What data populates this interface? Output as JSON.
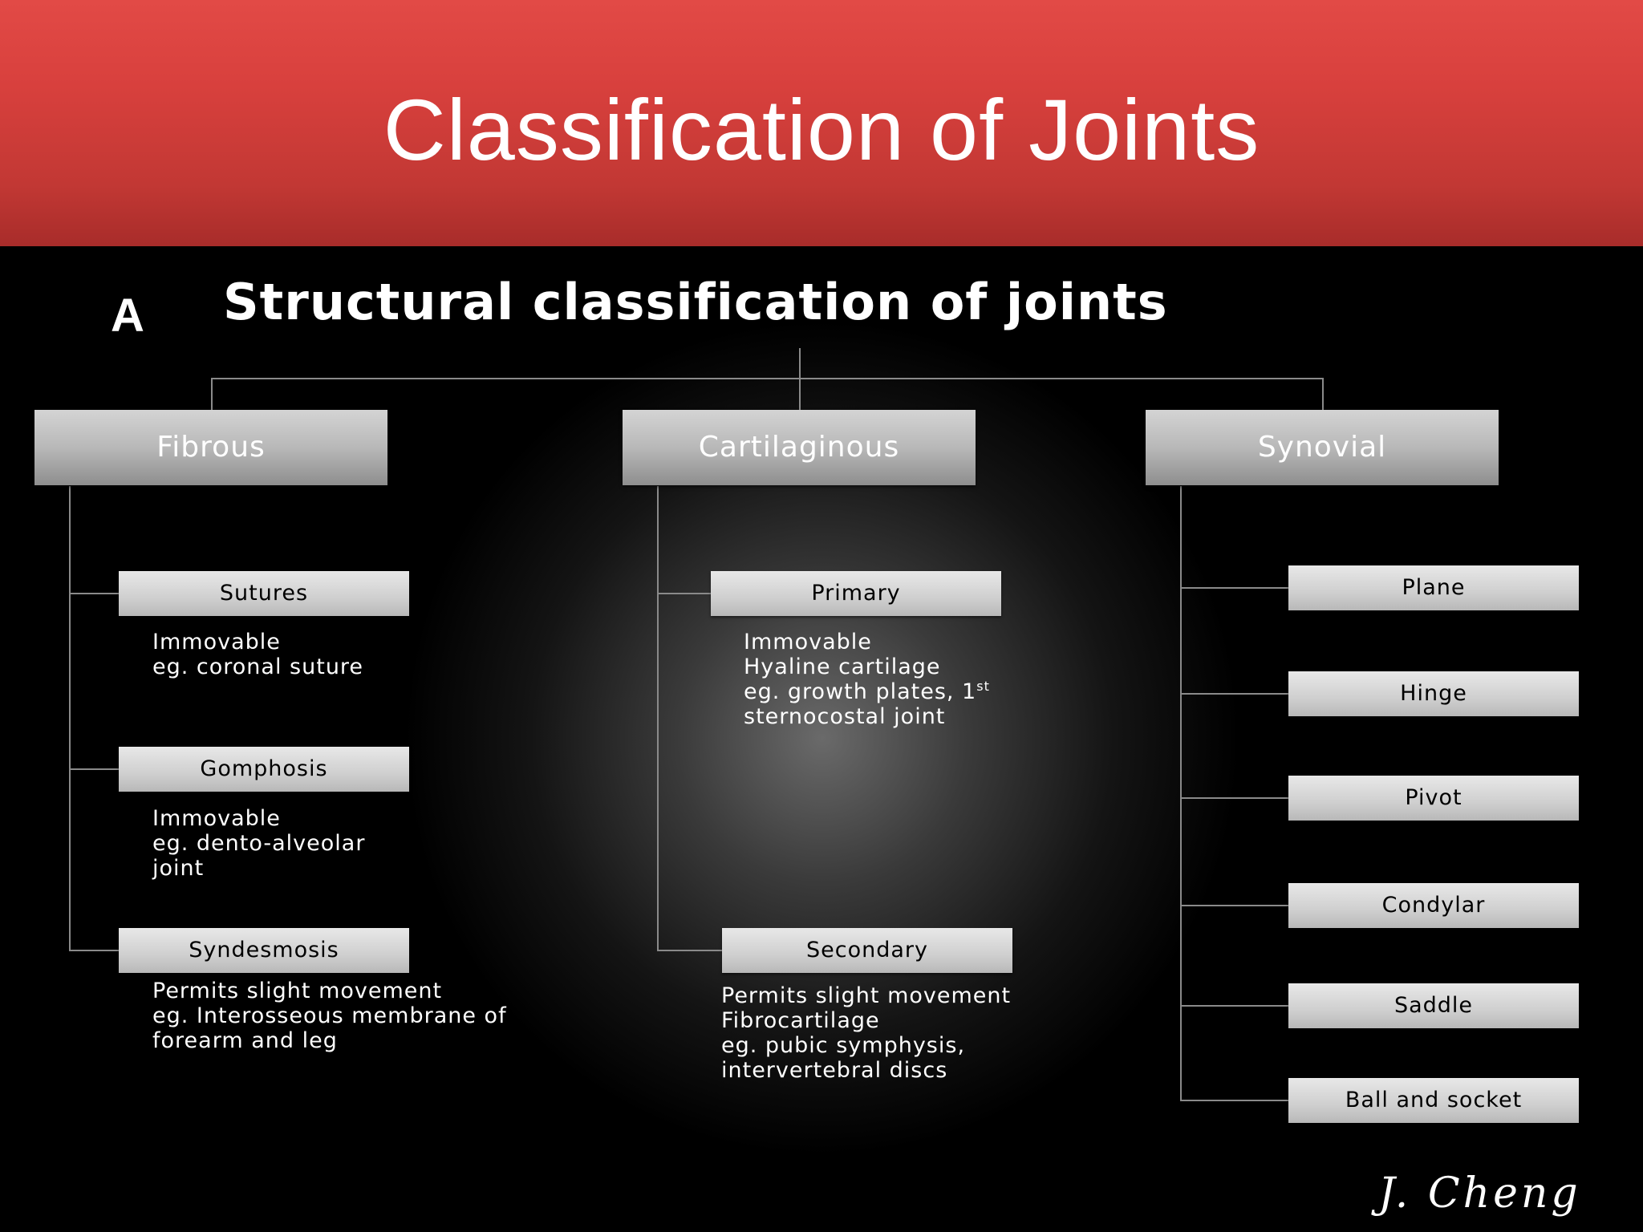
{
  "slide": {
    "title": "Classification of Joints"
  },
  "diagram": {
    "panel_letter": "A",
    "title": "Structural classification of joints",
    "categories": [
      {
        "label": "Fibrous"
      },
      {
        "label": "Cartilaginous"
      },
      {
        "label": "Synovial"
      }
    ],
    "fibrous": [
      {
        "label": "Sutures",
        "lines": [
          "Immovable",
          "eg. coronal suture"
        ]
      },
      {
        "label": "Gomphosis",
        "lines": [
          "Immovable",
          "eg. dento-alveolar",
          "joint"
        ]
      },
      {
        "label": "Syndesmosis",
        "lines": [
          "Permits slight movement",
          "eg. Interosseous membrane of",
          "forearm and leg"
        ]
      }
    ],
    "cartilaginous": [
      {
        "label": "Primary",
        "lines": [
          "Immovable",
          "Hyaline cartilage",
          "eg. growth plates, 1",
          "sternocostal joint"
        ],
        "superscript": "st"
      },
      {
        "label": "Secondary",
        "lines": [
          "Permits slight movement",
          "Fibrocartilage",
          "eg. pubic symphysis,",
          "intervertebral discs"
        ]
      }
    ],
    "synovial": [
      {
        "label": "Plane"
      },
      {
        "label": "Hinge"
      },
      {
        "label": "Pivot"
      },
      {
        "label": "Condylar"
      },
      {
        "label": "Saddle"
      },
      {
        "label": "Ball and socket"
      }
    ],
    "signature": "J. Cheng"
  }
}
